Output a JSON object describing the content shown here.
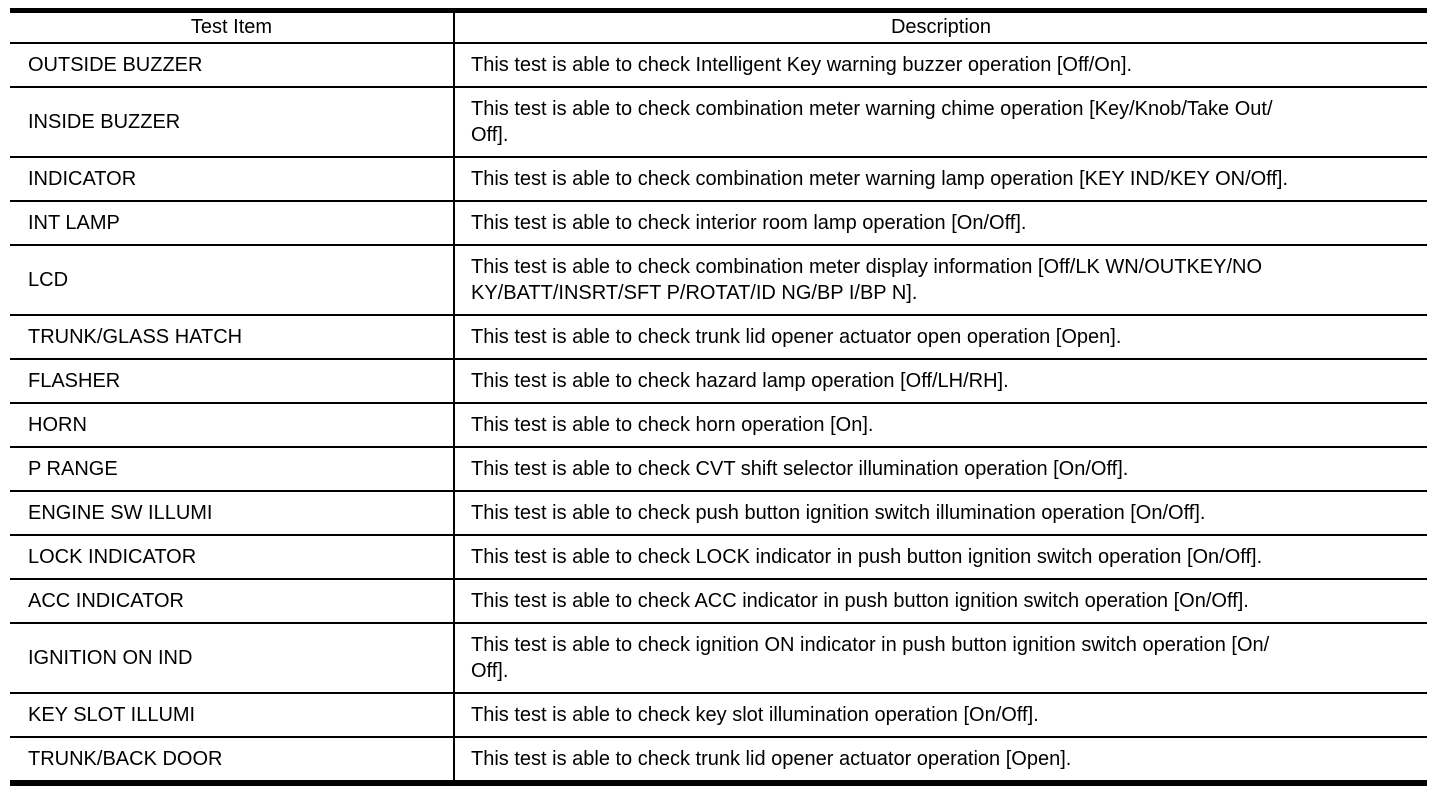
{
  "table": {
    "columns": {
      "item": "Test Item",
      "description": "Description"
    },
    "rows": [
      {
        "item": "OUTSIDE BUZZER",
        "description": "This test is able to check Intelligent Key warning buzzer operation [Off/On]."
      },
      {
        "item": "INSIDE BUZZER",
        "description": "This test is able to check combination meter warning chime operation [Key/Knob/Take Out/\nOff]."
      },
      {
        "item": "INDICATOR",
        "description": "This test is able to check combination meter warning lamp operation [KEY IND/KEY ON/Off]."
      },
      {
        "item": "INT LAMP",
        "description": "This test is able to check interior room lamp operation [On/Off]."
      },
      {
        "item": "LCD",
        "description": "This test is able to check combination meter display information [Off/LK WN/OUTKEY/NO\nKY/BATT/INSRT/SFT P/ROTAT/ID NG/BP I/BP N]."
      },
      {
        "item": "TRUNK/GLASS HATCH",
        "description": "This test is able to check trunk lid opener actuator open operation [Open]."
      },
      {
        "item": "FLASHER",
        "description": "This test is able to check hazard lamp operation [Off/LH/RH]."
      },
      {
        "item": "HORN",
        "description": "This test is able to check horn operation [On]."
      },
      {
        "item": "P RANGE",
        "description": "This test is able to check CVT shift selector illumination operation [On/Off]."
      },
      {
        "item": "ENGINE SW ILLUMI",
        "description": "This test is able to check push button ignition switch illumination operation [On/Off]."
      },
      {
        "item": "LOCK INDICATOR",
        "description": "This test is able to check LOCK indicator in push button ignition switch operation [On/Off]."
      },
      {
        "item": "ACC INDICATOR",
        "description": "This test is able to check ACC indicator in push button ignition switch operation [On/Off]."
      },
      {
        "item": "IGNITION ON IND",
        "description": "This test is able to check ignition ON indicator in push button ignition switch operation [On/\nOff]."
      },
      {
        "item": "KEY SLOT ILLUMI",
        "description": "This test is able to check key slot illumination operation [On/Off]."
      },
      {
        "item": "TRUNK/BACK DOOR",
        "description": "This test is able to check trunk lid opener actuator operation [Open]."
      }
    ],
    "colors": {
      "border": "#000000",
      "text": "#000000",
      "background": "#ffffff"
    }
  }
}
